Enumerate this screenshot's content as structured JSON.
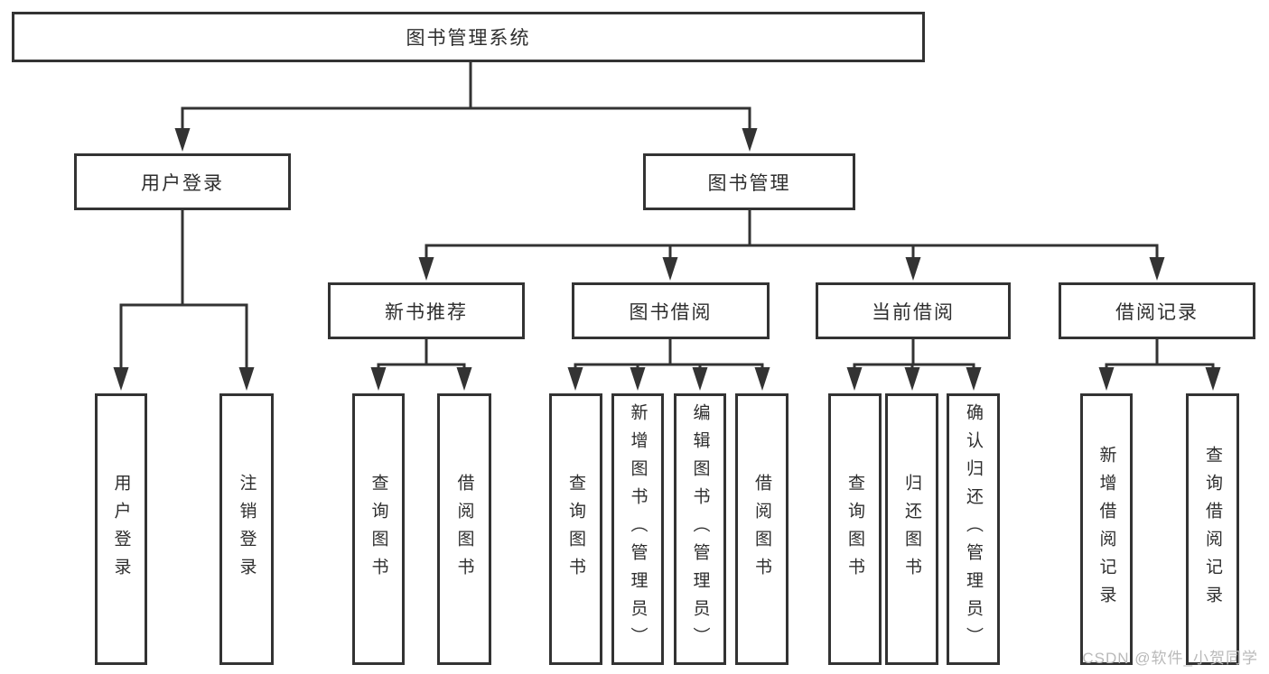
{
  "diagram": {
    "type": "hierarchy-tree",
    "root": "图书管理系统",
    "children": [
      {
        "label": "用户登录",
        "children": [
          "用户登录",
          "注销登录"
        ]
      },
      {
        "label": "图书管理",
        "children": [
          {
            "label": "新书推荐",
            "children": [
              "查询图书",
              "借阅图书"
            ]
          },
          {
            "label": "图书借阅",
            "children": [
              "查询图书",
              "新增图书（管理员）",
              "编辑图书（管理员）",
              "借阅图书"
            ]
          },
          {
            "label": "当前借阅",
            "children": [
              "查询图书",
              "归还图书",
              "确认归还（管理员）"
            ]
          },
          {
            "label": "借阅记录",
            "children": [
              "新增借阅记录",
              "查询借阅记录"
            ]
          }
        ]
      }
    ]
  },
  "watermark": {
    "text": "CSDN @软件_小贺同学"
  },
  "colors": {
    "background": "#ffffff",
    "line": "#333333",
    "box_border": "#333333",
    "box_fill": "#ffffff",
    "text": "#2e2e2e",
    "watermark": "#b9b9b9"
  }
}
